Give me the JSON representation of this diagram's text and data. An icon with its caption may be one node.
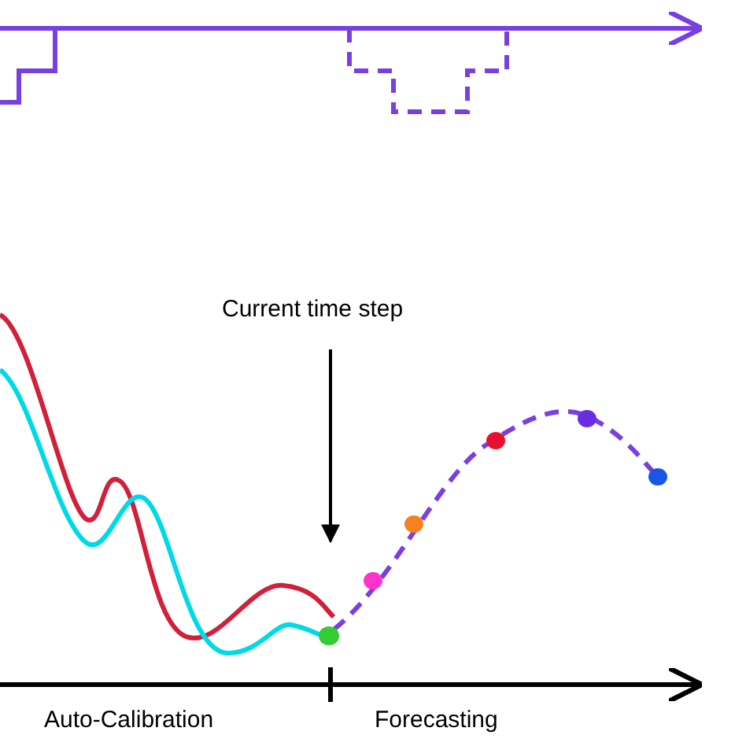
{
  "diagram": {
    "nodes": [
      {
        "text": [
          "Current time step"
        ]
      },
      {
        "text": [],
        "shape": "circle"
      }
    ],
    "edges": [
      {
        "from": 0,
        "to": 1,
        "arrow": "to"
      }
    ],
    "labels": [
      "Auto-Calibration",
      "Forecasting"
    ]
  }
}
